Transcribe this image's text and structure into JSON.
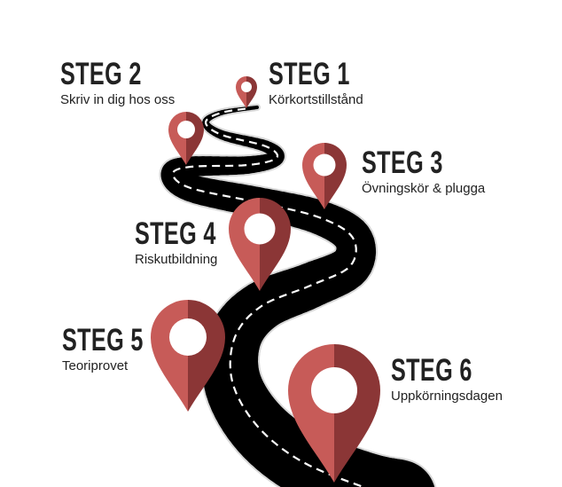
{
  "steps": [
    {
      "title": "STEG 1",
      "desc": "Körkortstillstånd"
    },
    {
      "title": "STEG 2",
      "desc": "Skriv in dig hos oss"
    },
    {
      "title": "STEG 3",
      "desc": "Övningskör & plugga"
    },
    {
      "title": "STEG 4",
      "desc": "Riskutbildning"
    },
    {
      "title": "STEG 5",
      "desc": "Teoriprovet"
    },
    {
      "title": "STEG 6",
      "desc": "Uppkörningsdagen"
    }
  ],
  "colors": {
    "pin_light": "#c75b58",
    "pin_dark": "#8b3636",
    "road": "#000000",
    "text": "#222222"
  }
}
